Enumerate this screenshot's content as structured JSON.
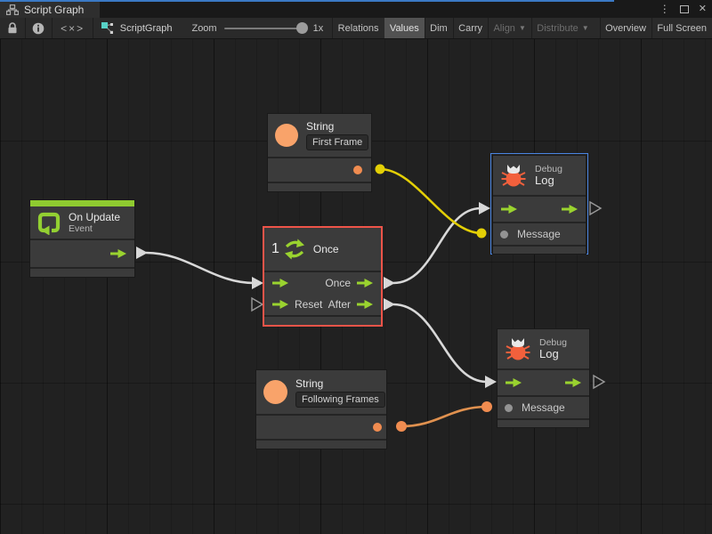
{
  "tab": {
    "title": "Script Graph"
  },
  "window_controls": {
    "menu_icon": "kebab-menu",
    "maximize_icon": "maximize",
    "close_icon": "close"
  },
  "toolbar": {
    "lock_icon": "lock",
    "info_icon": "info",
    "code_button": "<×>",
    "graph_name": "ScriptGraph",
    "zoom_label": "Zoom",
    "zoom_value": "1x",
    "buttons": [
      {
        "label": "Relations",
        "state": "normal"
      },
      {
        "label": "Values",
        "state": "active"
      },
      {
        "label": "Dim",
        "state": "normal"
      },
      {
        "label": "Carry",
        "state": "normal"
      },
      {
        "label": "Align",
        "state": "disabled",
        "dropdown": true
      },
      {
        "label": "Distribute",
        "state": "disabled",
        "dropdown": true
      },
      {
        "label": "Overview",
        "state": "normal"
      },
      {
        "label": "Full Screen",
        "state": "normal"
      }
    ]
  },
  "nodes": {
    "string_first": {
      "title": "String",
      "value": "First Frame"
    },
    "on_update": {
      "title": "On Update",
      "subtitle": "Event"
    },
    "once": {
      "title": "Once",
      "icon_number": "1",
      "reset_label": "Reset",
      "out_once_label": "Once",
      "out_after_label": "After"
    },
    "debug_log_top": {
      "kind": "Debug",
      "title": "Log",
      "message_label": "Message"
    },
    "string_following": {
      "title": "String",
      "value": "Following Frames"
    },
    "debug_log_bottom": {
      "kind": "Debug",
      "title": "Log",
      "message_label": "Message"
    }
  },
  "connections": [
    {
      "from": "on-update.out",
      "to": "once.in",
      "color": "#d8d8d8"
    },
    {
      "from": "once.once",
      "to": "debug-log-top.in",
      "color": "#d8d8d8"
    },
    {
      "from": "once.after",
      "to": "debug-log-bottom.in",
      "color": "#d8d8d8"
    },
    {
      "from": "string-first.out",
      "to": "debug-log-top.message",
      "color": "#e3cf06"
    },
    {
      "from": "string-following.out",
      "to": "debug-log-bottom.message",
      "color": "#e0914f"
    }
  ],
  "colors": {
    "accent_green": "#9ad32f",
    "string_orange": "#f9a36a",
    "port_orange": "#f08c50",
    "bug_red": "#f2603c",
    "wire_white": "#d8d8d8",
    "wire_yellow": "#e3cf06",
    "wire_orange": "#e0914f",
    "selection_red": "#ee5449",
    "selection_blue": "#4a84e0",
    "tab_focus_blue": "#3a79c4"
  }
}
